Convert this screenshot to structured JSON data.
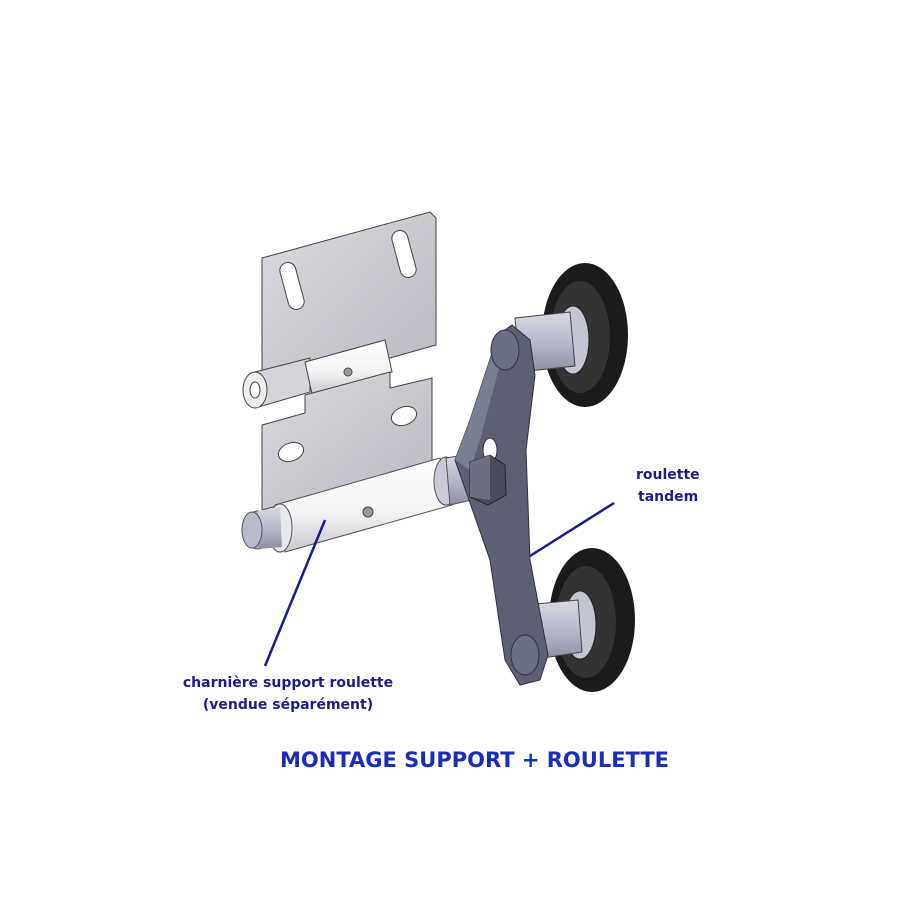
{
  "labels": {
    "tandem_line1": "roulette",
    "tandem_line2": "tandem",
    "hinge_line1": "charnière support roulette",
    "hinge_line2": "(vendue séparément)"
  },
  "title": "MONTAGE SUPPORT + ROULETTE",
  "colors": {
    "label": "#1c1c8a",
    "title": "#1a2db8",
    "leader": "#1a1a90"
  }
}
